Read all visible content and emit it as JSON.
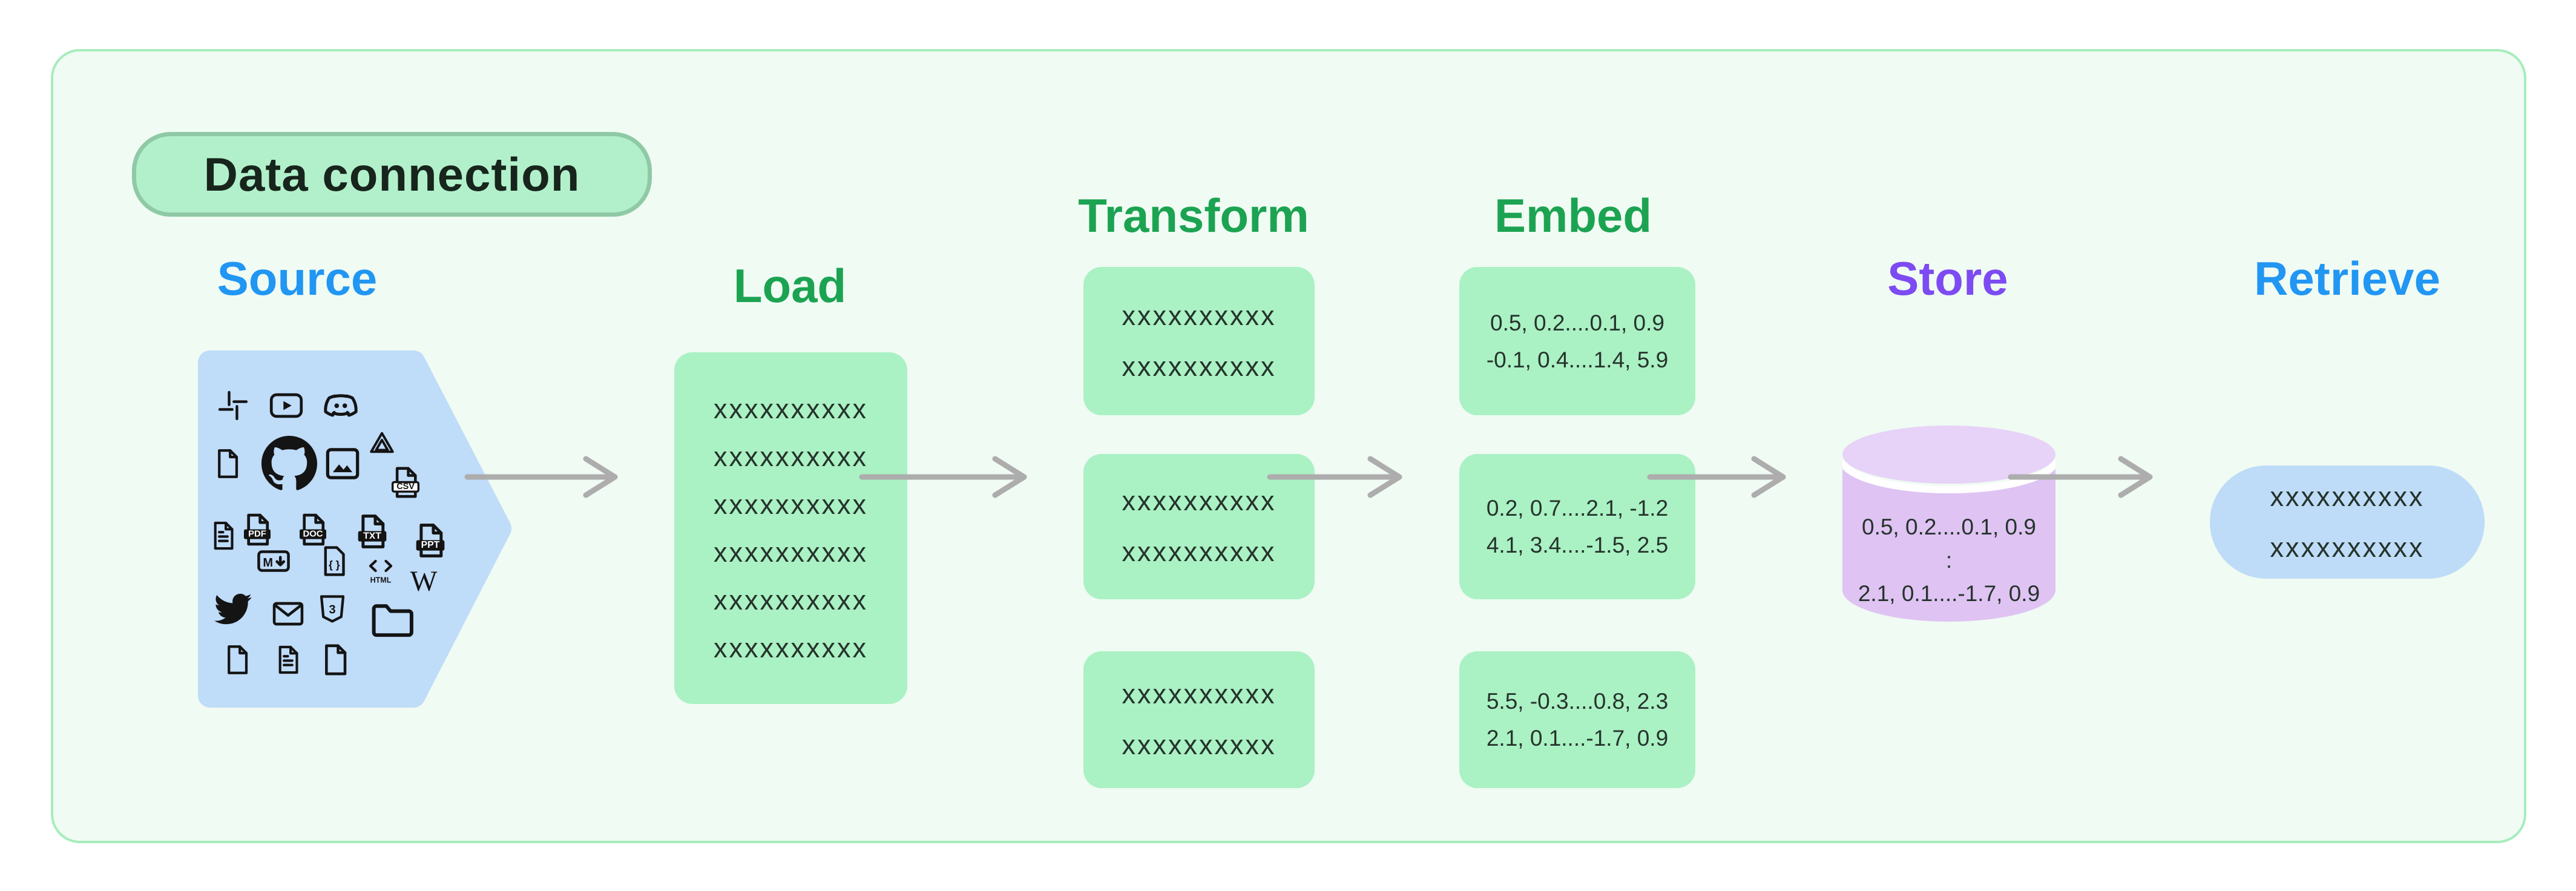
{
  "badge": {
    "label": "Data connection"
  },
  "columns": {
    "source": {
      "label": "Source"
    },
    "load": {
      "label": "Load",
      "lines": [
        "xxxxxxxxxx",
        "xxxxxxxxxx",
        "xxxxxxxxxx",
        "xxxxxxxxxx",
        "xxxxxxxxxx",
        "xxxxxxxxxx"
      ]
    },
    "transform": {
      "label": "Transform",
      "boxes": [
        {
          "lines": [
            "xxxxxxxxxx",
            "xxxxxxxxxx"
          ]
        },
        {
          "lines": [
            "xxxxxxxxxx",
            "xxxxxxxxxx"
          ]
        },
        {
          "lines": [
            "xxxxxxxxxx",
            "xxxxxxxxxx"
          ]
        }
      ]
    },
    "embed": {
      "label": "Embed",
      "boxes": [
        {
          "lines": [
            "0.5, 0.2....0.1, 0.9",
            "-0.1, 0.4....1.4, 5.9"
          ]
        },
        {
          "lines": [
            "0.2, 0.7....2.1, -1.2",
            "4.1, 3.4....-1.5, 2.5"
          ]
        },
        {
          "lines": [
            "5.5, -0.3....0.8, 2.3",
            "2.1, 0.1....-1.7, 0.9"
          ]
        }
      ]
    },
    "store": {
      "label": "Store",
      "lines": [
        "0.5, 0.2....0.1, 0.9",
        ":",
        "2.1, 0.1....-1.7, 0.9"
      ]
    },
    "retrieve": {
      "label": "Retrieve",
      "lines": [
        "xxxxxxxxxx",
        "xxxxxxxxxx"
      ]
    }
  },
  "source_icons": [
    "slack",
    "youtube-play",
    "discord",
    "file",
    "github",
    "image",
    "google-drive",
    "csv-file",
    "document-lines",
    "pdf-file",
    "doc-file",
    "txt-file",
    "ppt-file",
    "markdown",
    "json-file",
    "html-code",
    "wikipedia",
    "twitter",
    "email",
    "css3-shield",
    "folder",
    "file",
    "document-lines",
    "file"
  ],
  "icon_labels": {
    "csv": "CSV",
    "pdf": "PDF",
    "doc": "DOC",
    "txt": "TXT",
    "ppt": "PPT",
    "md": "M",
    "html": "HTML",
    "wiki": "W",
    "css": "3",
    "json": "{ }"
  },
  "colors": {
    "canvas_bg": "#f0fbf3",
    "canvas_border": "#a6edbc",
    "badge_bg": "#b2f0cb",
    "badge_border": "#8fc9a5",
    "green_box": "#aaf1c4",
    "blue_shape": "#bfdcf9",
    "store_cylinder": "#dfc3f3",
    "store_cylinder_top": "#e7d2f8",
    "label_green": "#1ca352",
    "label_blue": "#2196f3",
    "label_purple": "#7c4bf2",
    "arrow": "#adadad",
    "text_dark": "#25332b"
  }
}
